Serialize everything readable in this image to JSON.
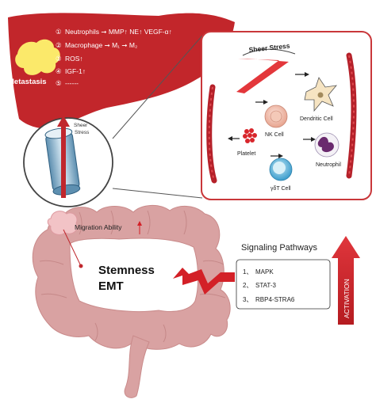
{
  "liver": {
    "metastasis_label": "Metastasis",
    "factors": [
      {
        "num": "①",
        "text": "Neutrophils ➞ MMP↑ NE↑ VEGF-α↑"
      },
      {
        "num": "②",
        "text": "Macrophage ➞ M₁ ➞ M₂"
      },
      {
        "num": "③",
        "text": "ROS↑"
      },
      {
        "num": "④",
        "text": "IGF-1↑"
      },
      {
        "num": "⑤",
        "text": "------"
      }
    ]
  },
  "vessel": {
    "shear_label_line1": "Sheer",
    "shear_label_line2": "Stress"
  },
  "immune_panel": {
    "shear_stress_label": "Sheer Stress",
    "cells": {
      "dendritic": "Dendritic Cell",
      "nk": "NK Cell",
      "platelet": "Platelet",
      "neutrophil": "Neutrophil",
      "gamma_delta": "γδT Cell"
    }
  },
  "colon": {
    "migration_label": "Migration Ability",
    "stemness_label": "Stemness",
    "emt_label": "EMT"
  },
  "signaling": {
    "title": "Signaling Pathways",
    "pathways": [
      {
        "num": "1、",
        "name": "MAPK"
      },
      {
        "num": "2、",
        "name": "STAT-3"
      },
      {
        "num": "3、",
        "name": "RBP4-STRA6"
      }
    ],
    "activation_label": "ACTIVATION"
  },
  "colors": {
    "liver_red": "#c2262b",
    "colon_pink": "#d9a2a2",
    "arrow_red": "#d32027",
    "panel_border": "#c9373a"
  }
}
